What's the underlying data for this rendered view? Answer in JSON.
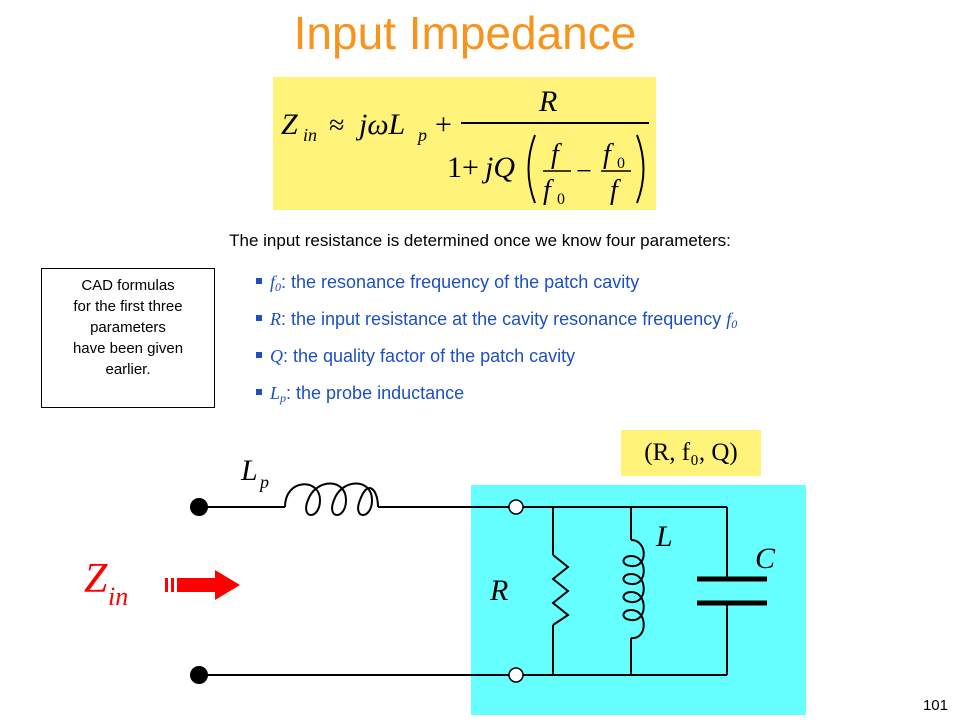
{
  "title": "Input Impedance",
  "formula": {
    "lhs": "Z",
    "lhs_sub": "in",
    "approx": "≈",
    "term1": "jωL",
    "term1_sub": "p",
    "plus": "+",
    "numerator": "R",
    "denom_one": "1+",
    "denom_jq": "jQ",
    "f": "f",
    "f0_base": "f",
    "f0_sub": "0",
    "minus": "−"
  },
  "intro": "The input resistance is determined once we know four parameters:",
  "cad_note": [
    "CAD formulas",
    "for the first three",
    "parameters",
    "have been given",
    "earlier."
  ],
  "parameters": [
    {
      "symbol": "f",
      "sub": "0",
      "text": ": the resonance frequency of the patch cavity",
      "tail_symbol": "",
      "tail_sub": ""
    },
    {
      "symbol": "R",
      "sub": "",
      "text": ": the input resistance at the cavity resonance frequency ",
      "tail_symbol": "f",
      "tail_sub": "0"
    },
    {
      "symbol": "Q",
      "sub": "",
      "text": ": the quality factor of the patch cavity",
      "tail_symbol": "",
      "tail_sub": ""
    },
    {
      "symbol": "L",
      "sub": "p",
      "text": ": the probe inductance",
      "tail_symbol": "",
      "tail_sub": ""
    }
  ],
  "circuit": {
    "rfq_label": "(R, f₀, Q)",
    "lp_label": "L",
    "lp_sub": "p",
    "l_label": "L",
    "c_label": "C",
    "r_label": "R",
    "zin_label": "Z",
    "zin_sub": "in"
  },
  "colors": {
    "title": "#f7941d",
    "formula_bg": "#fff37a",
    "param_text": "#1d4fc4",
    "circuit_bg": "#66ffff",
    "arrow": "#ff0000"
  },
  "page_number": "101"
}
